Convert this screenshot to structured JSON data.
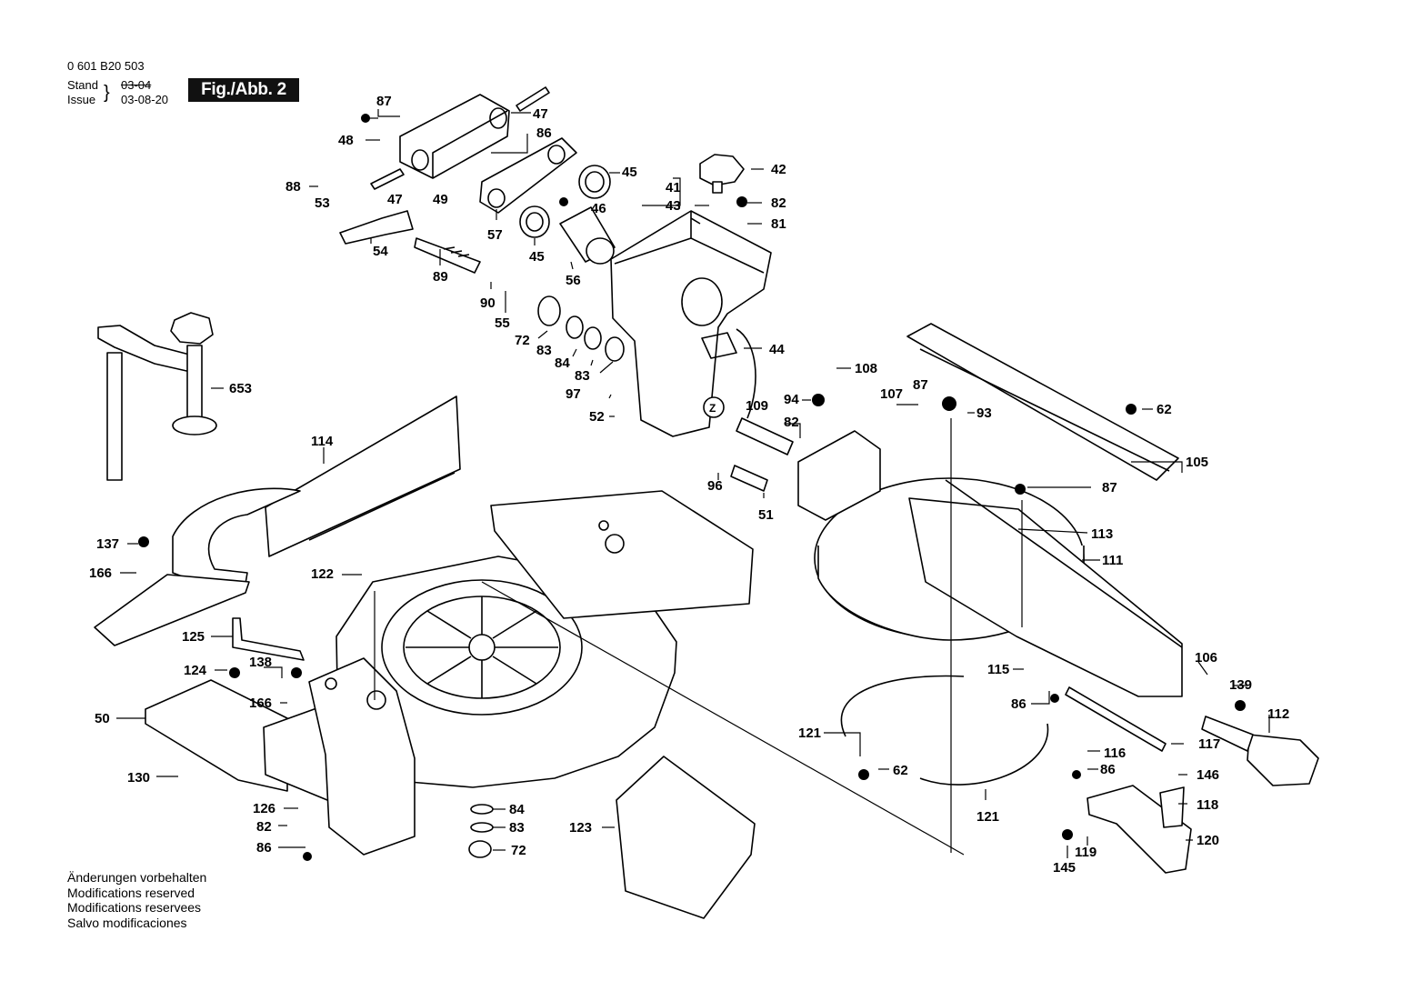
{
  "header": {
    "part_number": "0 601 B20 503",
    "stand_label": "Stand",
    "issue_label": "Issue",
    "stand_value_struck": "03-04",
    "issue_value": "03-08-20",
    "figure_label": "Fig./Abb. 2"
  },
  "footer": {
    "lines": [
      "Änderungen vorbehalten",
      "Modifications reserved",
      "Modifications reservees",
      "Salvo modificaciones"
    ]
  },
  "callouts": [
    "87",
    "47",
    "48",
    "86",
    "45",
    "42",
    "41",
    "88",
    "47",
    "49",
    "53",
    "43",
    "46",
    "82",
    "81",
    "57",
    "45",
    "54",
    "89",
    "56",
    "90",
    "55",
    "72",
    "44",
    "653",
    "83",
    "84",
    "83",
    "108",
    "97",
    "94",
    "87",
    "107",
    "93",
    "62",
    "52",
    "109",
    "82",
    "114",
    "105",
    "96",
    "51",
    "137",
    "87",
    "113",
    "166",
    "122",
    "111",
    "125",
    "124",
    "138",
    "106",
    "115",
    "139",
    "166",
    "50",
    "86",
    "112",
    "121",
    "62",
    "117",
    "116",
    "130",
    "86",
    "146",
    "84",
    "126",
    "118",
    "82",
    "83",
    "121",
    "123",
    "72",
    "120",
    "86",
    "119",
    "145"
  ]
}
